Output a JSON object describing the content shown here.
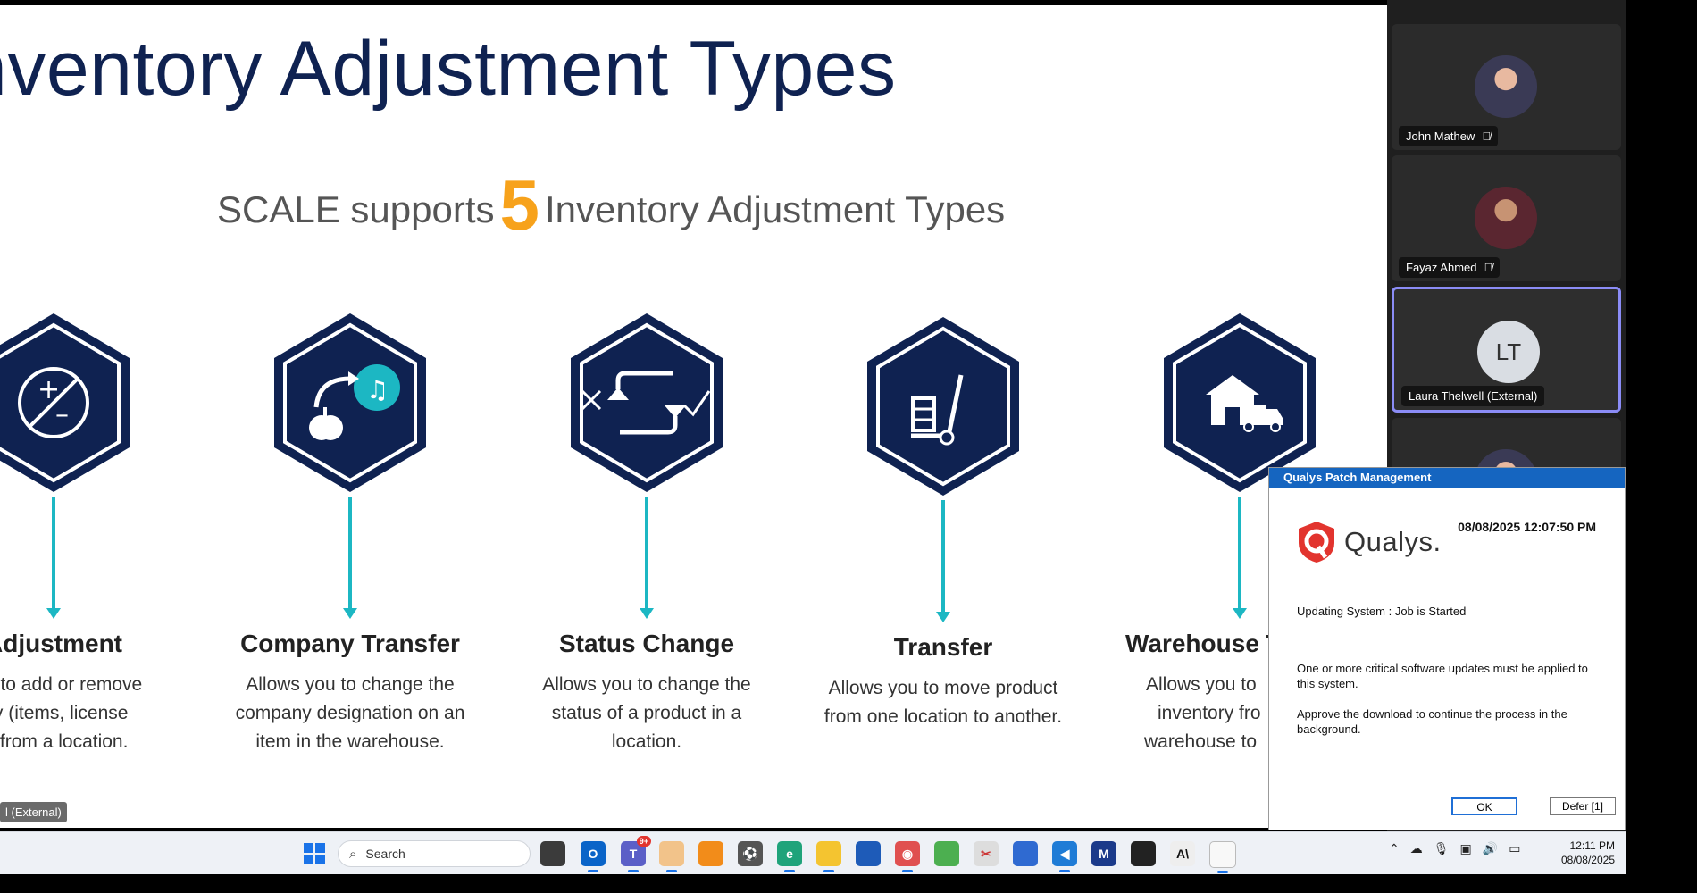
{
  "slide": {
    "title": "nventory Adjustment Types",
    "subtitle_pre": "SCALE supports",
    "subtitle_number": "5",
    "subtitle_post": "Inventory Adjustment Types",
    "columns": [
      {
        "title": "Adjustment",
        "desc": [
          "you to add or remove",
          "tity (items, license",
          "s) from a location."
        ],
        "icon": "plus-minus-icon"
      },
      {
        "title": "Company Transfer",
        "desc": [
          "Allows you to change the",
          "company designation on an",
          "item in the warehouse."
        ],
        "icon": "apple-music-transfer-icon"
      },
      {
        "title": "Status Change",
        "desc": [
          "Allows you to change the",
          "status of a product in a",
          "location."
        ],
        "icon": "status-cycle-icon"
      },
      {
        "title": "Transfer",
        "desc": [
          "Allows you to move product",
          "from one location to another."
        ],
        "icon": "hand-truck-icon"
      },
      {
        "title": "Warehouse T",
        "desc": [
          "Allows you to",
          "inventory fro",
          "warehouse to"
        ],
        "icon": "warehouse-truck-icon"
      }
    ],
    "speaker_tag": "l (External)"
  },
  "participants": [
    {
      "name": "John Mathew",
      "muted": true
    },
    {
      "name": "Fayaz Ahmed",
      "muted": true
    },
    {
      "name": "Laura Thelwell (External)",
      "initials": "LT",
      "active": true
    }
  ],
  "dialog": {
    "title": "Qualys Patch Management",
    "brand": "Qualys.",
    "timestamp": "08/08/2025 12:07:50 PM",
    "status": "Updating System : Job is Started",
    "message1": "One or more critical software updates must be applied to this system.",
    "message2": "Approve the download to continue the process in the background.",
    "ok_label": "OK",
    "defer_label": "Defer [1]"
  },
  "taskbar": {
    "search_placeholder": "Search",
    "teams_badge": "9+",
    "time": "12:11 PM",
    "date": "08/08/2025"
  },
  "colors": {
    "navy": "#0f2251",
    "teal": "#1cb7c3",
    "orange": "#f7a21b",
    "qualys_red": "#e2342e",
    "titlebar_blue": "#1565c0"
  }
}
